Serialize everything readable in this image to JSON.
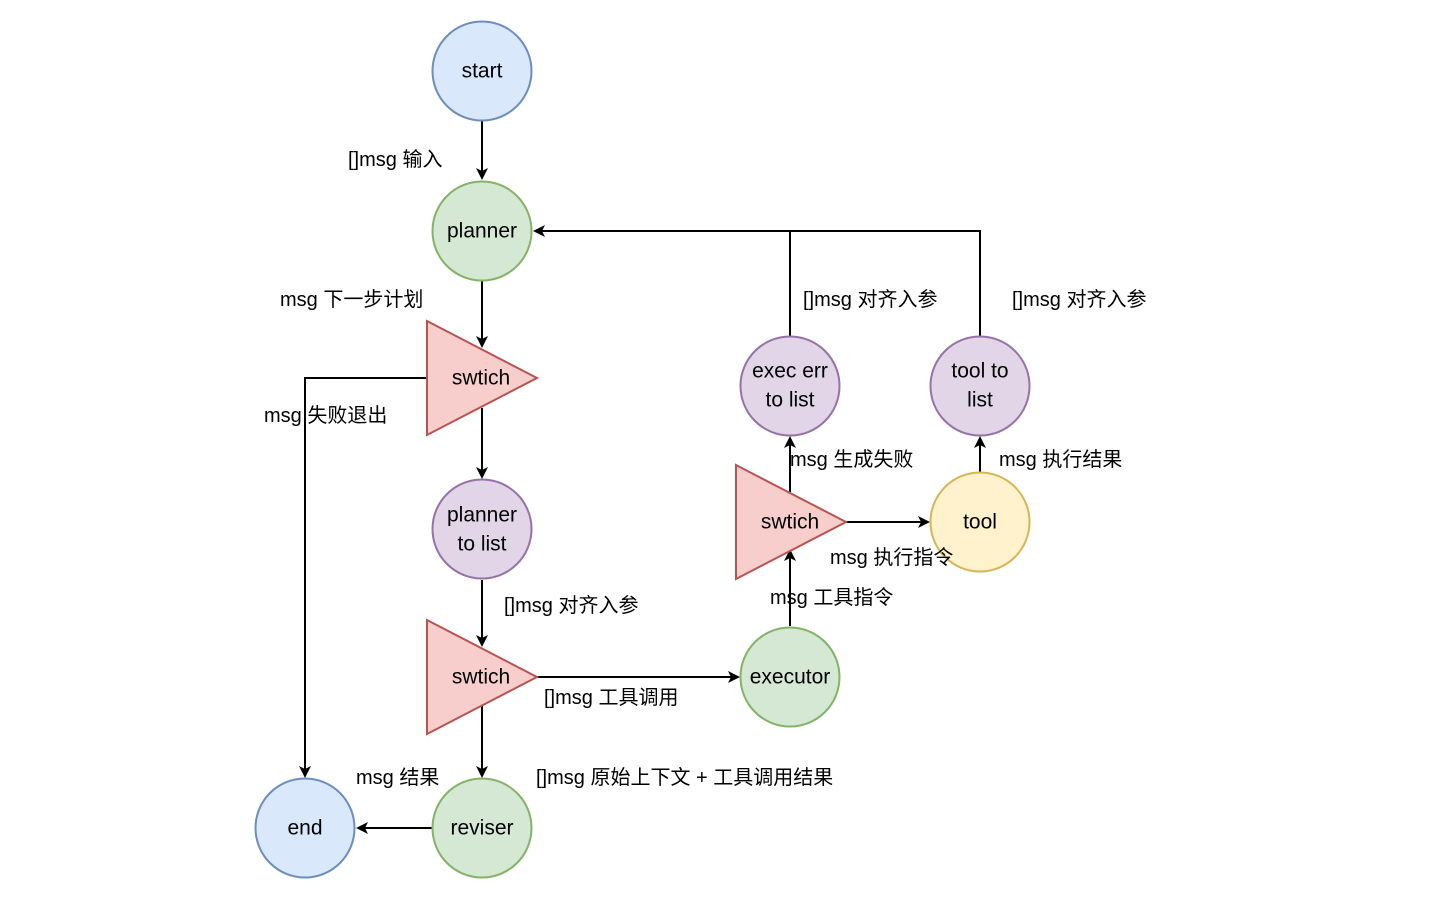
{
  "diagram": {
    "type": "flowchart",
    "colors": {
      "blue_fill": "#dae8fc",
      "blue_stroke": "#6c8ebf",
      "green_fill": "#d5e8d4",
      "green_stroke": "#82b366",
      "purple_fill": "#e1d5e7",
      "purple_stroke": "#9673a6",
      "red_fill": "#f8cecc",
      "red_stroke": "#b85450",
      "yellow_fill": "#fff2cc",
      "yellow_stroke": "#d6b656",
      "edge": "#000000"
    },
    "nodes": {
      "start": {
        "label": [
          "start"
        ],
        "shape": "circle",
        "color": "blue"
      },
      "planner": {
        "label": [
          "planner"
        ],
        "shape": "circle",
        "color": "green"
      },
      "switch1": {
        "label": [
          "swtich"
        ],
        "shape": "triangle",
        "color": "red"
      },
      "planner_to_list": {
        "label": [
          "planner",
          "to list"
        ],
        "shape": "circle",
        "color": "purple"
      },
      "switch2": {
        "label": [
          "swtich"
        ],
        "shape": "triangle",
        "color": "red"
      },
      "executor": {
        "label": [
          "executor"
        ],
        "shape": "circle",
        "color": "green"
      },
      "switch3": {
        "label": [
          "swtich"
        ],
        "shape": "triangle",
        "color": "red"
      },
      "exec_err_to_list": {
        "label": [
          "exec err",
          "to list"
        ],
        "shape": "circle",
        "color": "purple"
      },
      "tool": {
        "label": [
          "tool"
        ],
        "shape": "circle",
        "color": "yellow"
      },
      "tool_to_list": {
        "label": [
          "tool to",
          "list"
        ],
        "shape": "circle",
        "color": "purple"
      },
      "reviser": {
        "label": [
          "reviser"
        ],
        "shape": "circle",
        "color": "green"
      },
      "end": {
        "label": [
          "end"
        ],
        "shape": "circle",
        "color": "blue"
      }
    },
    "edges": [
      {
        "from": "start",
        "to": "planner",
        "label": "[]msg 输入"
      },
      {
        "from": "planner",
        "to": "switch1",
        "label": "msg 下一步计划"
      },
      {
        "from": "switch1",
        "to": "end",
        "label": "msg 失败退出"
      },
      {
        "from": "switch1",
        "to": "planner_to_list",
        "label": ""
      },
      {
        "from": "planner_to_list",
        "to": "switch2",
        "label": "[]msg 对齐入参"
      },
      {
        "from": "switch2",
        "to": "executor",
        "label": "[]msg 工具调用"
      },
      {
        "from": "switch2",
        "to": "reviser",
        "label": "[]msg 原始上下文 + 工具调用结果"
      },
      {
        "from": "executor",
        "to": "switch3",
        "label": "msg 工具指令"
      },
      {
        "from": "switch3",
        "to": "exec_err_to_list",
        "label": "msg 生成失败"
      },
      {
        "from": "switch3",
        "to": "tool",
        "label": "msg 执行指令"
      },
      {
        "from": "tool",
        "to": "tool_to_list",
        "label": "msg 执行结果"
      },
      {
        "from": "exec_err_to_list",
        "to": "planner",
        "label": "[]msg 对齐入参"
      },
      {
        "from": "tool_to_list",
        "to": "planner",
        "label": "[]msg 对齐入参"
      },
      {
        "from": "reviser",
        "to": "end",
        "label": "msg 结果"
      }
    ]
  }
}
